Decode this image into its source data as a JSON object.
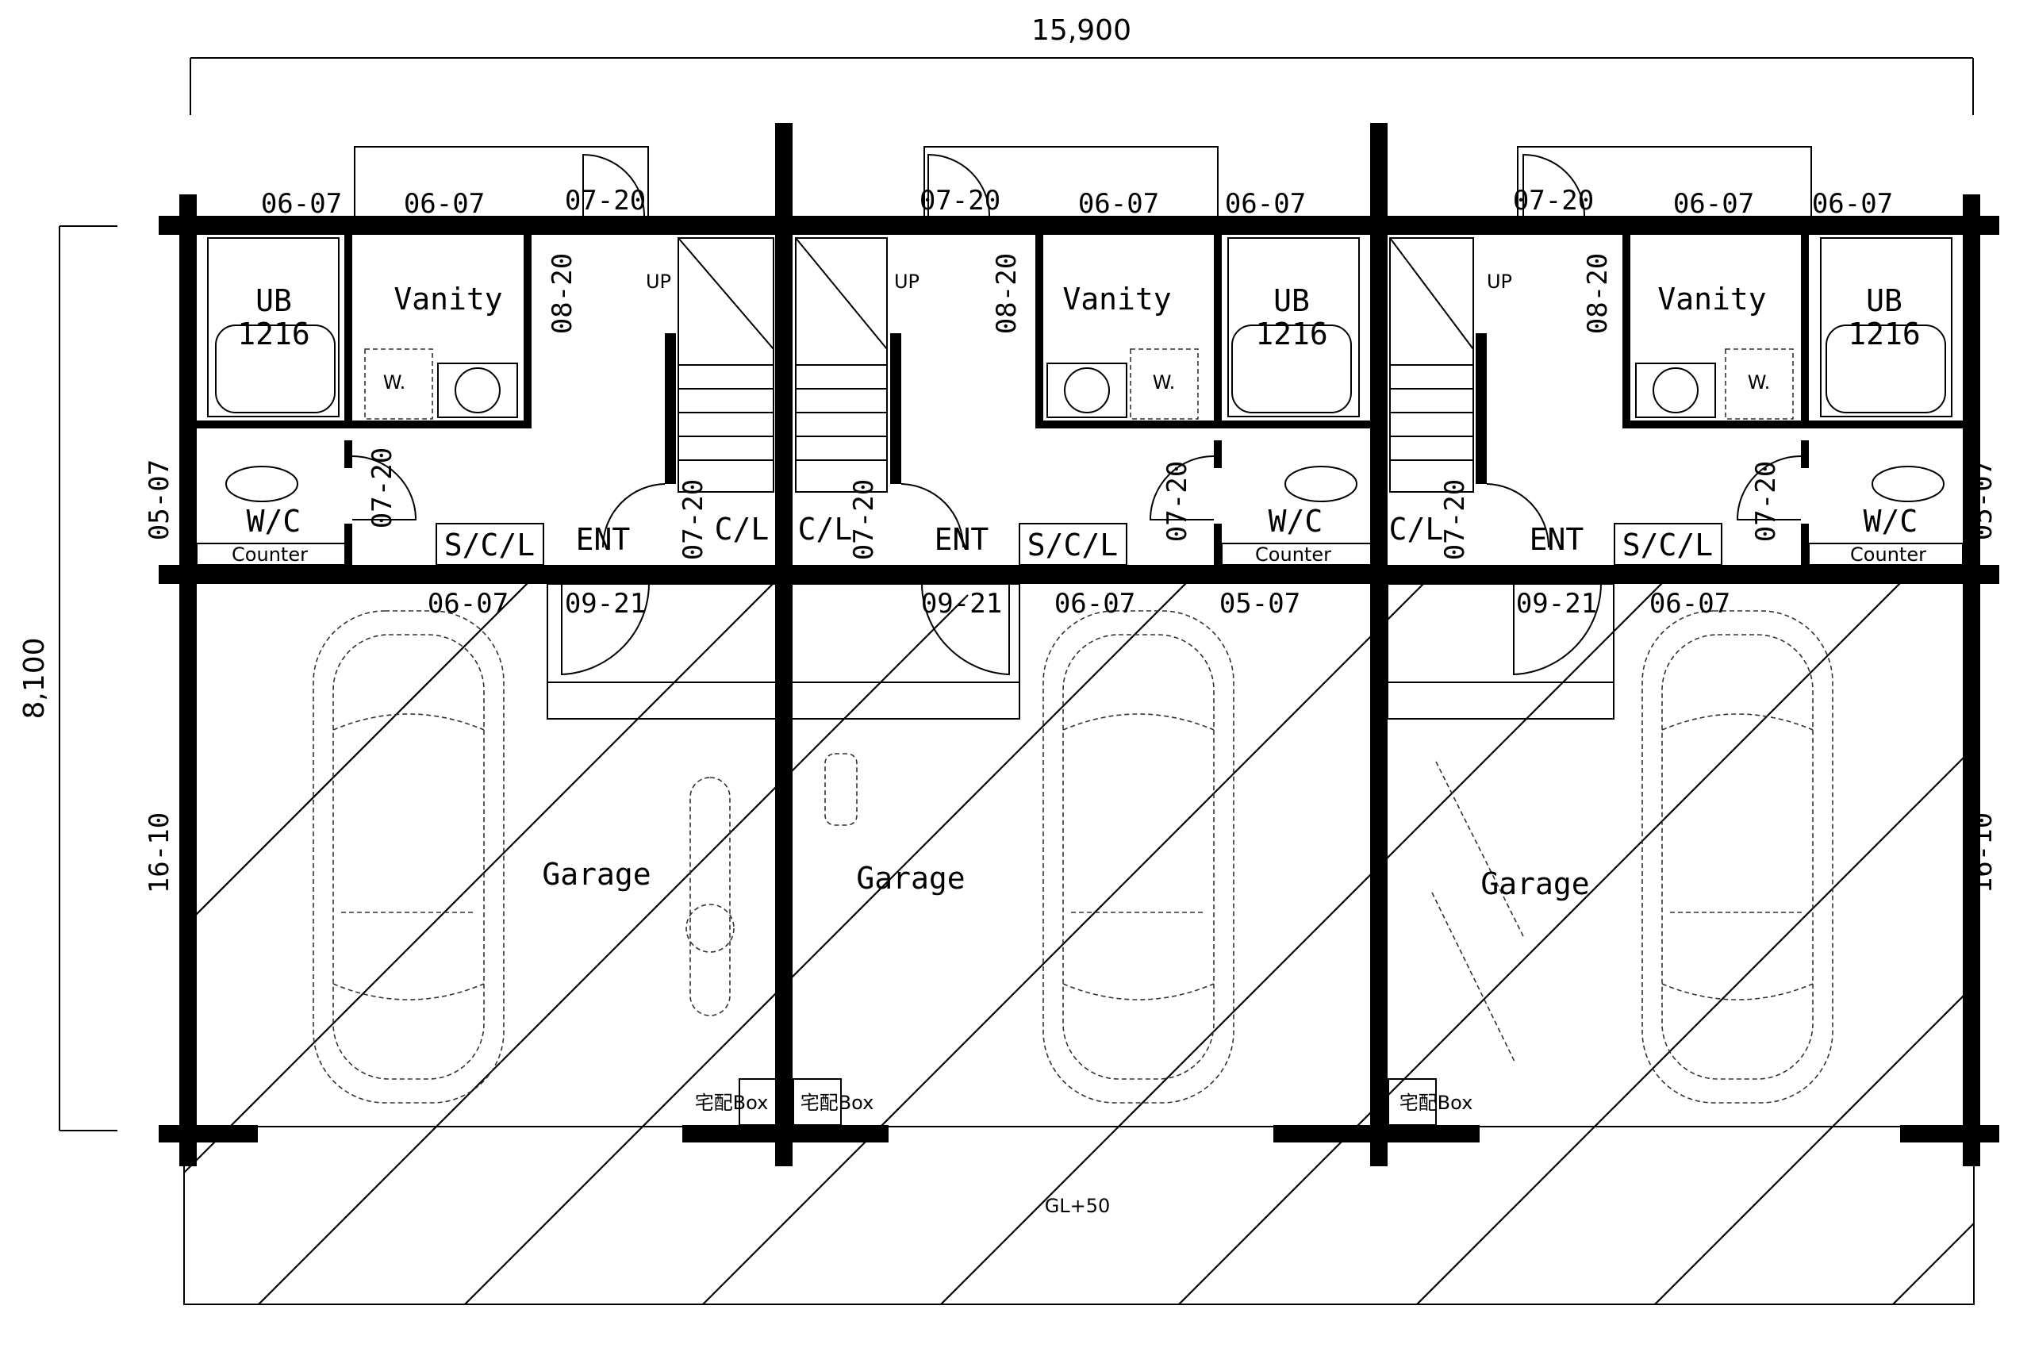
{
  "dimensions": {
    "width_label": "15,900",
    "height_label": "8,100"
  },
  "units": [
    {
      "ub": "UB",
      "ub_size": "1216",
      "vanity": "Vanity",
      "wc": "W/C",
      "counter": "Counter",
      "scl": "S/C/L",
      "cl": "C/L",
      "ent": "ENT",
      "up": "UP",
      "washer": "W.",
      "garage": "Garage",
      "win_top_a": "06-07",
      "win_top_b": "06-07",
      "door_top": "07-20",
      "door_vanity": "08-20",
      "door_wc": "07-20",
      "door_cl": "07-20",
      "win_side": "05-07",
      "win_bottom": "06-07",
      "door_ent": "09-21"
    },
    {
      "ub": "UB",
      "ub_size": "1216",
      "vanity": "Vanity",
      "wc": "W/C",
      "counter": "Counter",
      "scl": "S/C/L",
      "cl": "C/L",
      "ent": "ENT",
      "up": "UP",
      "washer": "W.",
      "garage": "Garage",
      "win_top_a": "06-07",
      "win_top_b": "06-07",
      "door_top": "07-20",
      "door_vanity": "08-20",
      "door_wc": "07-20",
      "door_cl": "07-20",
      "win_bottom_a": "06-07",
      "win_bottom_b": "05-07",
      "door_ent": "09-21"
    },
    {
      "ub": "UB",
      "ub_size": "1216",
      "vanity": "Vanity",
      "wc": "W/C",
      "counter": "Counter",
      "scl": "S/C/L",
      "cl": "C/L",
      "ent": "ENT",
      "up": "UP",
      "washer": "W.",
      "garage": "Garage",
      "win_top_a": "06-07",
      "win_top_b": "06-07",
      "door_top": "07-20",
      "door_vanity": "08-20",
      "door_wc": "07-20",
      "door_cl": "07-20",
      "win_side": "05-07",
      "win_bottom": "06-07",
      "door_ent": "09-21"
    }
  ],
  "garage_side_windows": {
    "left": "16-10",
    "right": "16-10"
  },
  "delivery_boxes": [
    "宅配Box",
    "宅配Box",
    "宅配Box"
  ],
  "ground_level": "GL+50"
}
